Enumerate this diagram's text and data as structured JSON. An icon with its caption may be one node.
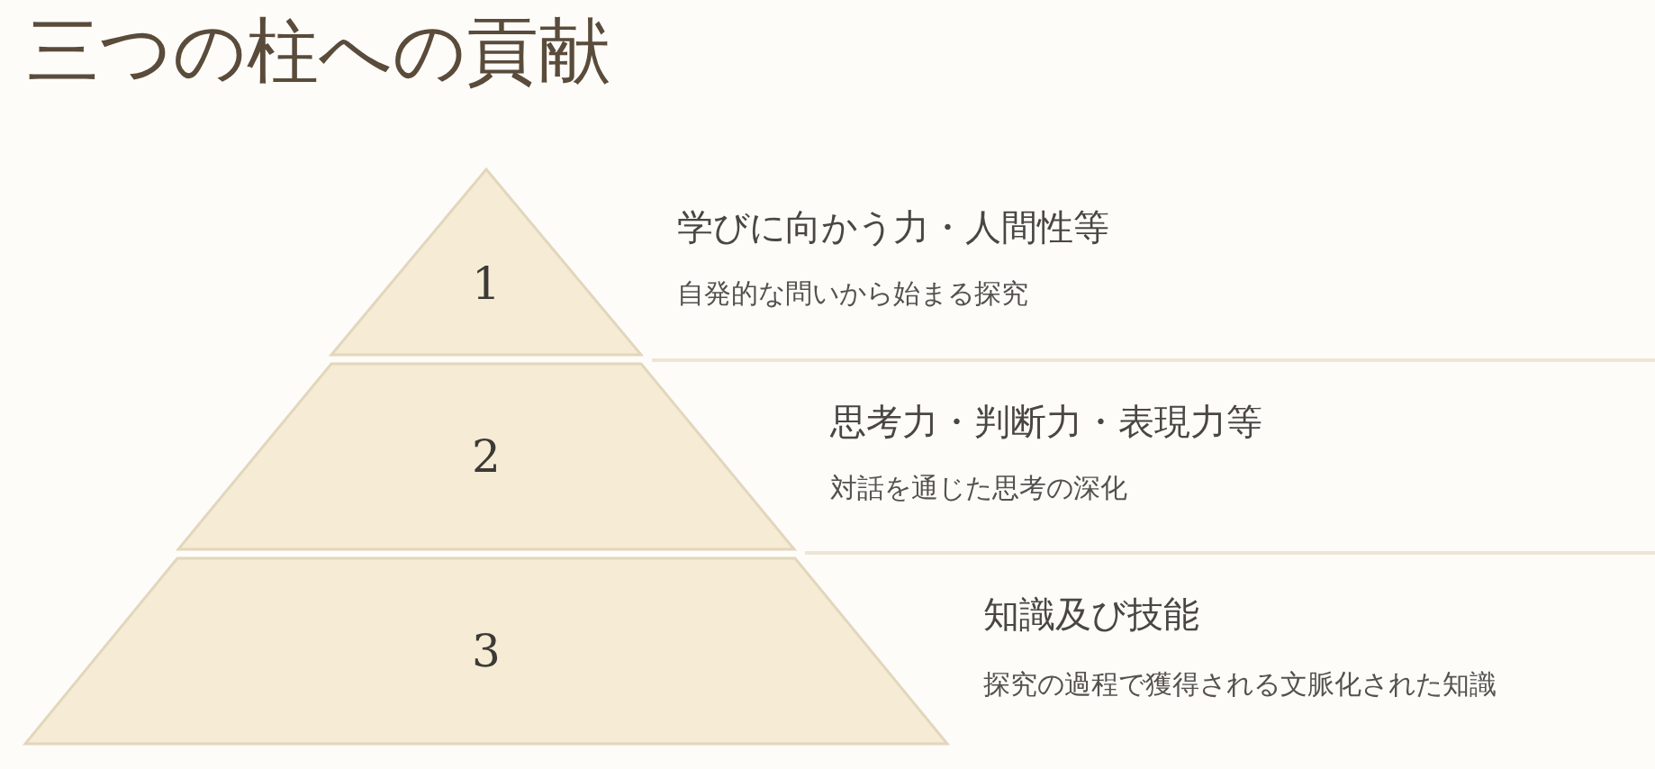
{
  "diagram": {
    "title": "三つの柱への貢献",
    "nodes": [
      {
        "text": [
          "1"
        ],
        "beside": [
          "学びに向かう力・人間性等",
          "自発的な問いから始まる探究"
        ]
      },
      {
        "text": [
          "2"
        ],
        "beside": [
          "思考力・判断力・表現力等",
          "対話を通じた思考の深化"
        ]
      },
      {
        "text": [
          "3"
        ],
        "beside": [
          "知識及び技能",
          "探究の過程で獲得される文脈化された知識"
        ]
      }
    ]
  }
}
